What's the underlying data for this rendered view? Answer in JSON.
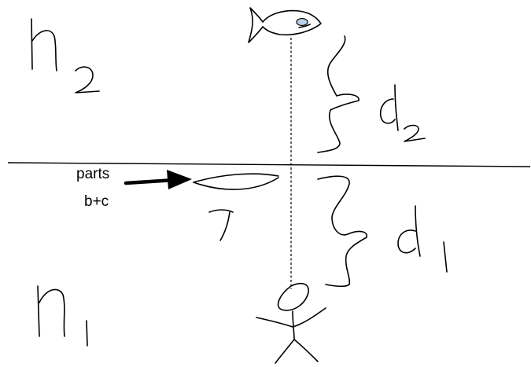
{
  "labels": {
    "n2": "n₂",
    "n1": "n₁",
    "d2": "d₂",
    "d1": "d₁",
    "f": "f",
    "parts_line1": "parts",
    "parts_line2": "b+c"
  },
  "colors": {
    "ink": "#000000",
    "fish_eye": "#b8d4ec",
    "background": "#ffffff"
  }
}
